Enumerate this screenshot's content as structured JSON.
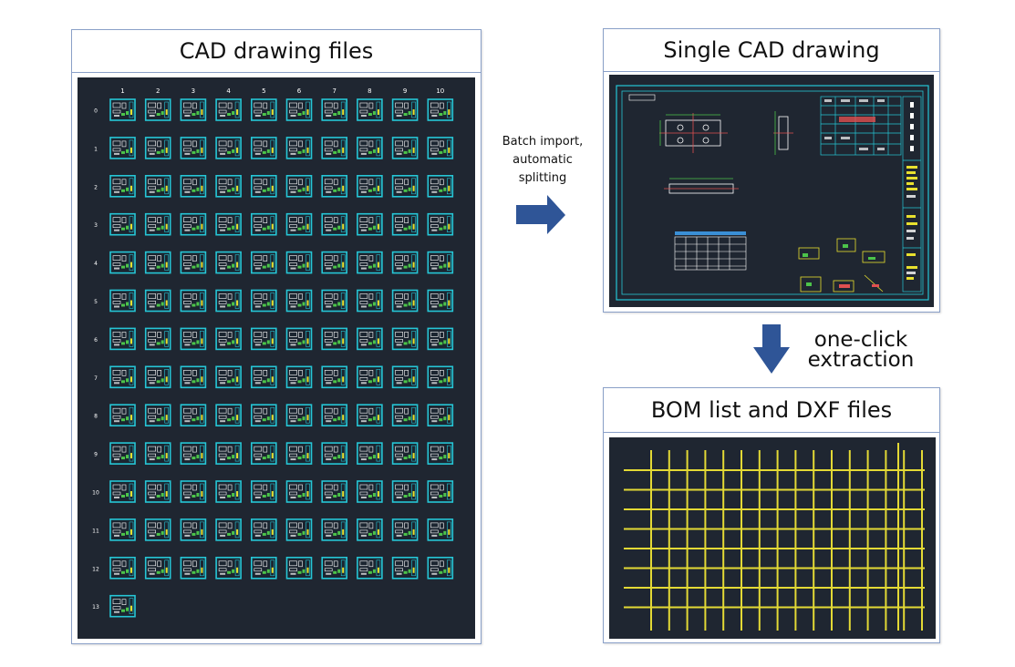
{
  "panels": {
    "cad_files": {
      "title": "CAD drawing files"
    },
    "single_drawing": {
      "title": "Single CAD drawing"
    },
    "bom": {
      "title": "BOM list and DXF files"
    }
  },
  "arrow_right": {
    "label": "Batch import, automatic splitting"
  },
  "arrow_down": {
    "label_line1": "one-click",
    "label_line2": "extraction"
  },
  "grid": {
    "column_numbers": [
      "1",
      "2",
      "3",
      "4",
      "5",
      "6",
      "7",
      "8",
      "9",
      "10"
    ],
    "row_numbers": [
      "0",
      "1",
      "2",
      "3",
      "4",
      "5",
      "6",
      "7",
      "8",
      "9",
      "10",
      "11",
      "12",
      "13"
    ],
    "rows": 13,
    "cols": 10,
    "extra_last_row": 1
  },
  "colors": {
    "cad_bg": "#1f2631",
    "thumb_cyan": "#26c6d6",
    "thumb_green": "#4cc44a",
    "thumb_yellow": "#e8e02e",
    "arrow_blue": "#2f5597",
    "grid_yellow": "#e3d935"
  }
}
